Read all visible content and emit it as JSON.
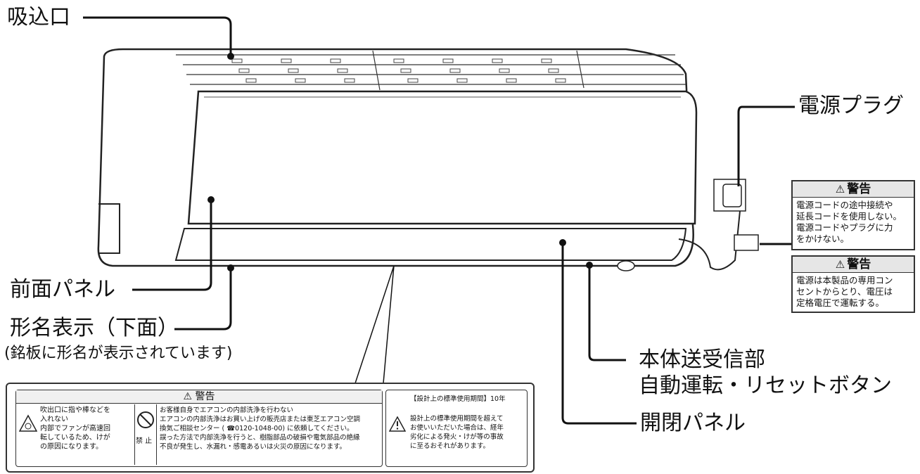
{
  "labels": {
    "intake": "吸込口",
    "front_panel": "前面パネル",
    "model_display": "形名表示（下面）",
    "model_display_note": "(銘板に形名が表示されています)",
    "power_plug": "電源プラグ",
    "receiver_line1": "本体送受信部",
    "receiver_line2": "自動運転・リセットボタン",
    "open_close_panel": "開閉パネル"
  },
  "warning_cord": {
    "title": "警告",
    "lines": [
      "電源コードの途中接続や",
      "延長コードを使用しない。",
      "電源コードやプラグに力",
      "をかけない。"
    ]
  },
  "warning_outlet": {
    "title": "警告",
    "lines": [
      "電源は本製品の専用コン",
      "セントからとり、電圧は",
      "定格電圧で運転する。"
    ]
  },
  "label_warning": {
    "title": "警告",
    "left_lines": [
      "吹出口に指や棒などを",
      "入れない",
      "内部でファンが高速回",
      "転しているため、けが",
      "の原因になります。"
    ],
    "prohibit_mark": "禁 止",
    "right_lines": [
      "お客様自身でエアコンの内部洗浄を行わない",
      "エアコンの内部洗浄はお買い上げの販売店または東芝エアコン空調",
      "換気ご相談センター ( ☎0120-1048-00) に依頼してください。",
      "誤った方法で内部洗浄を行うと、樹脂部品の破損や電気部品の絶縁",
      "不良が発生し、水漏れ・感電あるいは火災の原因になります。"
    ]
  },
  "label_period": {
    "title": "【設計上の標準使用期間】10年",
    "lines": [
      "設計上の標準使用期間を超えて",
      "お使いいただいた場合は、経年",
      "劣化による発火・けが等の事故",
      "に至るおそれがあります。"
    ]
  }
}
